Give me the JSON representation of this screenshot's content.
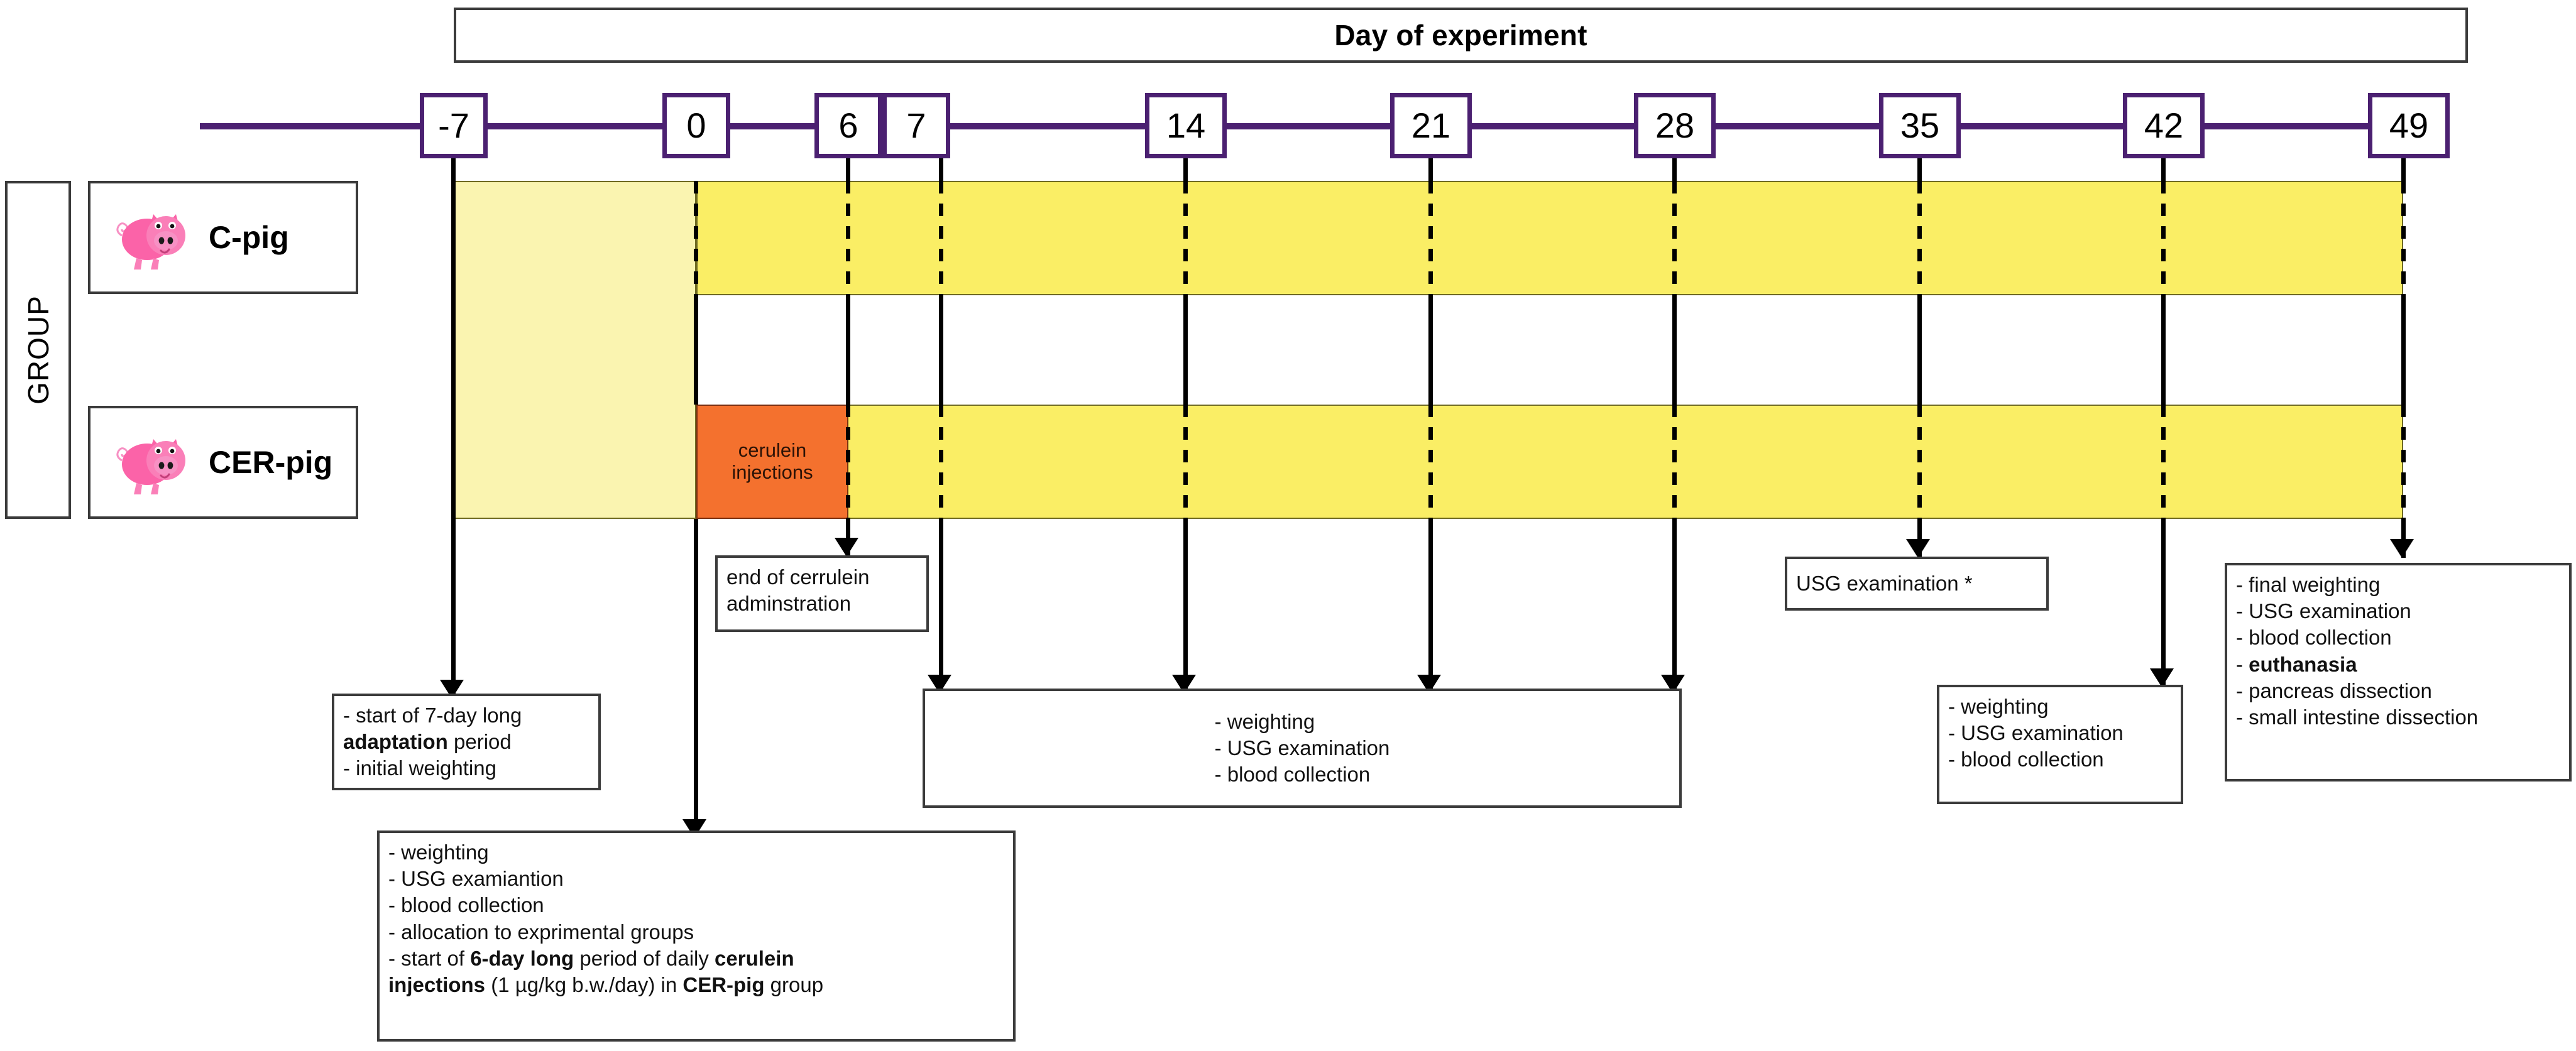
{
  "header": {
    "title": "Day of experiment"
  },
  "axis": {
    "label": "GROUP",
    "days": [
      {
        "value": "-7"
      },
      {
        "value": "0"
      },
      {
        "value": "6"
      },
      {
        "value": "7"
      },
      {
        "value": "14"
      },
      {
        "value": "21"
      },
      {
        "value": "28"
      },
      {
        "value": "35"
      },
      {
        "value": "42"
      },
      {
        "value": "49"
      }
    ]
  },
  "groups": [
    {
      "name": "C-pig",
      "icon": "pig-icon"
    },
    {
      "name": "CER-pig",
      "icon": "pig-icon"
    }
  ],
  "zones": {
    "adaptation_label": "",
    "cerulein": {
      "line1": "cerulein",
      "line2": "injections"
    }
  },
  "callouts": {
    "end_admin": {
      "line1": "end of cerrulein",
      "line2": "adminstration"
    },
    "usg35": {
      "line1": "USG examination *"
    },
    "start_adaptation": {
      "line1_pre": "- start of 7-day long",
      "line2_bold": "adaptation",
      "line2_post": " period",
      "line3": "- initial weighting"
    },
    "day0": {
      "line1": "- weighting",
      "line2": "- USG examiantion",
      "line3": "- blood collection",
      "line4": "- allocation to exprimental groups",
      "line5_pre": "- start of ",
      "line5_b1": "6-day long",
      "line5_mid": " period of daily ",
      "line5_b2": "cerulein",
      "line6_b1": "injections",
      "line6_mid": " (1 µg/kg b.w./day) in ",
      "line6_b2": "CER-pig",
      "line6_post": " group"
    },
    "mid_weekly": {
      "line1": "- weighting",
      "line2": "- USG examination",
      "line3": "- blood collection"
    },
    "day42": {
      "line1": "- weighting",
      "line2": "- USG examination",
      "line3": "- blood collection"
    },
    "final": {
      "line1": "- final weighting",
      "line2": "- USG examination",
      "line3": "- blood collection",
      "line4_pre": "- ",
      "line4_bold": "euthanasia",
      "line5": "- pancreas dissection",
      "line6": "- small intestine dissection"
    }
  },
  "colors": {
    "timeline_purple": "#4b2071",
    "adaptation_yellow": "#FAF4B0",
    "band_yellow": "#FAEE65",
    "cerulein_orange": "#F4712E",
    "border_gray": "#3b3b3b"
  }
}
